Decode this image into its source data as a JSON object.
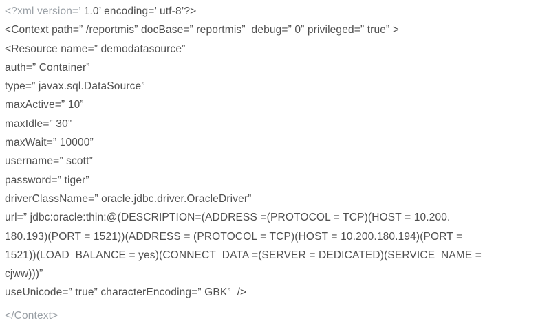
{
  "page": {
    "background": "#ffffff",
    "text_color": "#4f4f4f",
    "muted_color": "#9aa0a6"
  },
  "document": {
    "type": "xml-config-snippet",
    "description": "Tomcat Context JDBC datasource configuration",
    "lines": [
      {
        "segments": [
          {
            "tone": "muted",
            "text": "<?xml version=’"
          },
          {
            "tone": "normal",
            "text": " 1.0’ encoding=’ utf-8’?>"
          }
        ]
      },
      {
        "segments": [
          {
            "tone": "normal",
            "text": "<Context path=” /reportmis” docBase=” reportmis”  debug=” 0” privileged=” true” >"
          }
        ]
      },
      {
        "segments": [
          {
            "tone": "normal",
            "text": "<Resource name=” demodatasource”"
          }
        ]
      },
      {
        "segments": [
          {
            "tone": "normal",
            "text": "auth=” Container”"
          }
        ]
      },
      {
        "segments": [
          {
            "tone": "normal",
            "text": "type=” javax.sql.DataSource”"
          }
        ]
      },
      {
        "segments": [
          {
            "tone": "normal",
            "text": "maxActive=” 10”"
          }
        ]
      },
      {
        "segments": [
          {
            "tone": "normal",
            "text": "maxIdle=” 30”"
          }
        ]
      },
      {
        "segments": [
          {
            "tone": "normal",
            "text": "maxWait=” 10000”"
          }
        ]
      },
      {
        "segments": [
          {
            "tone": "normal",
            "text": "username=” scott”"
          }
        ]
      },
      {
        "segments": [
          {
            "tone": "normal",
            "text": "password=” tiger”"
          }
        ]
      },
      {
        "segments": [
          {
            "tone": "normal",
            "text": "driverClassName=” oracle.jdbc.driver.OracleDriver”"
          }
        ]
      },
      {
        "segments": [
          {
            "tone": "normal",
            "text": "url=” jdbc:oracle:thin:@(DESCRIPTION=(ADDRESS =(PROTOCOL = TCP)(HOST = 10.200."
          }
        ]
      },
      {
        "segments": [
          {
            "tone": "normal",
            "text": "180.193)(PORT = 1521))(ADDRESS = (PROTOCOL = TCP)(HOST = 10.200.180.194)(PORT ="
          }
        ]
      },
      {
        "segments": [
          {
            "tone": "normal",
            "text": "1521))(LOAD_BALANCE = yes)(CONNECT_DATA =(SERVER = DEDICATED)(SERVICE_NAME ="
          }
        ]
      },
      {
        "segments": [
          {
            "tone": "normal",
            "text": "cjww)))”"
          }
        ]
      },
      {
        "segments": [
          {
            "tone": "normal",
            "text": "useUnicode=” true” characterEncoding=” GBK”  />"
          }
        ]
      },
      {
        "gap_before": true,
        "segments": [
          {
            "tone": "muted",
            "text": "</Context>"
          }
        ]
      }
    ]
  }
}
